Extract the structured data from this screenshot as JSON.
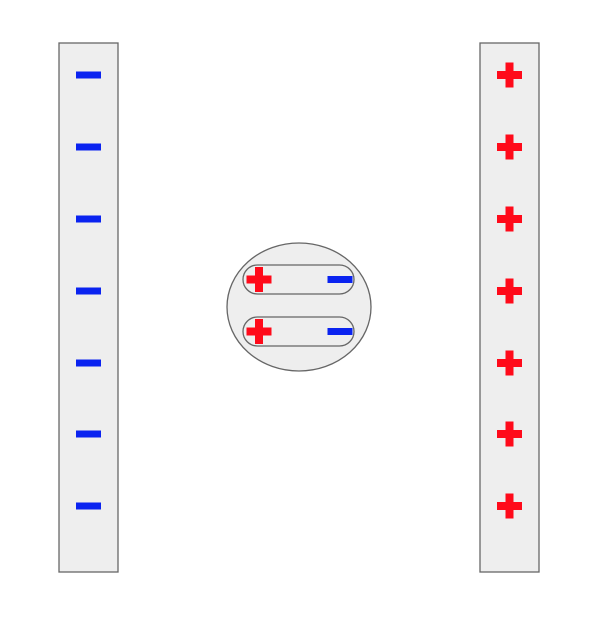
{
  "colors": {
    "positive": "#ff0a1a",
    "negative": "#0a23f0",
    "fill": "#eeeeee",
    "stroke": "#666666"
  },
  "left_plate": {
    "charge": "negative",
    "count": 7
  },
  "right_plate": {
    "charge": "positive",
    "count": 7
  },
  "central_object": {
    "dipoles": [
      {
        "left": "positive",
        "right": "negative"
      },
      {
        "left": "positive",
        "right": "negative"
      }
    ]
  }
}
